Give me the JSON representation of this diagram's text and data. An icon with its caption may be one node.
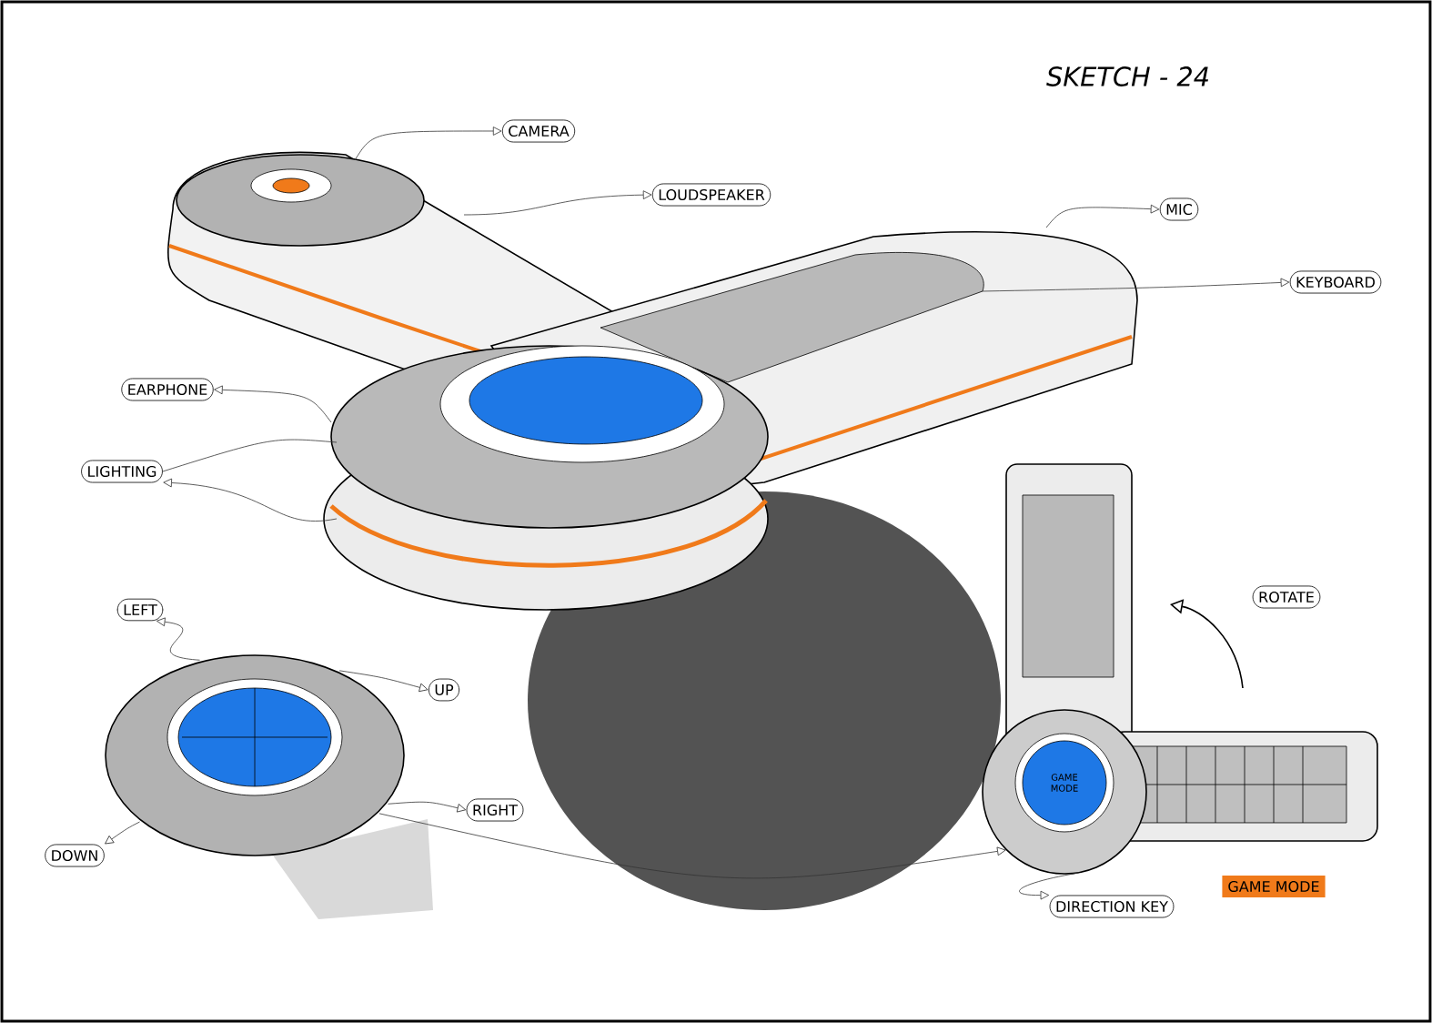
{
  "diagram": {
    "title": "SKETCH - 24",
    "nodes": [
      {
        "text": [
          "CAMERA"
        ]
      },
      {
        "text": [
          "LOUDSPEAKER"
        ]
      },
      {
        "text": [
          "MIC"
        ]
      },
      {
        "text": [
          "KEYBOARD"
        ]
      },
      {
        "text": [
          "EARPHONE"
        ]
      },
      {
        "text": [
          "LIGHTING"
        ]
      },
      {
        "text": [
          "LEFT"
        ]
      },
      {
        "text": [
          "UP"
        ]
      },
      {
        "text": [
          "RIGHT"
        ]
      },
      {
        "text": [
          "DOWN"
        ]
      },
      {
        "text": [
          "DIRECTION KEY"
        ]
      },
      {
        "text": [
          "ROTATE"
        ]
      },
      {
        "text": [],
        "shape": "picture"
      },
      {
        "text": [],
        "shape": "picture"
      }
    ],
    "edges": [
      {
        "from": null,
        "to": 0,
        "arrow": "to"
      },
      {
        "from": null,
        "to": 1,
        "arrow": "to"
      },
      {
        "from": null,
        "to": 2,
        "arrow": "to"
      },
      {
        "from": null,
        "to": 3,
        "arrow": "to"
      },
      {
        "from": null,
        "to": 4,
        "arrow": "to"
      },
      {
        "from": 5,
        "to": null,
        "arrow": "none"
      },
      {
        "from": null,
        "to": 5,
        "arrow": "to"
      },
      {
        "from": 12,
        "to": 6,
        "arrow": "to"
      },
      {
        "from": 12,
        "to": 7,
        "arrow": "to"
      },
      {
        "from": 12,
        "to": 8,
        "arrow": "to"
      },
      {
        "from": 12,
        "to": 9,
        "arrow": "to"
      },
      {
        "from": 13,
        "to": 10,
        "arrow": "to"
      },
      {
        "from": 12,
        "to": 13,
        "arrow": "to"
      }
    ],
    "labels": [
      "GAME MODE",
      "GAME MODE"
    ]
  }
}
